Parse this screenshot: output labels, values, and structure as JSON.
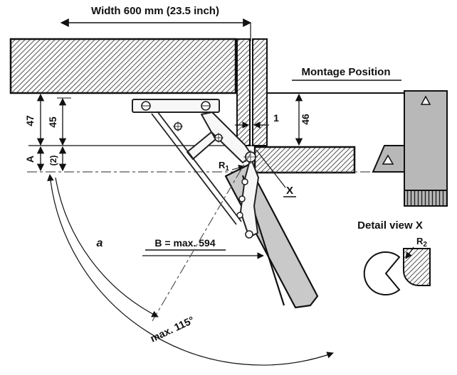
{
  "diagram": {
    "width_dim": "Width 600 mm (23.5 inch)",
    "montage_position": "Montage Position",
    "dims": {
      "d47": "47",
      "d45": "45",
      "dA": "A",
      "d2": "(2)",
      "d46": "46",
      "d1": "1"
    },
    "b_dim": "B = max. 594",
    "a_label": "a",
    "angle_label": "max. 115°",
    "x_label": "X",
    "r1": {
      "base": "R",
      "sub": "1"
    },
    "r2": {
      "base": "R",
      "sub": "2"
    },
    "detail_title": "Detail view X",
    "colors": {
      "gray_part": "#b8b8b8",
      "flap_gray": "#c9c9c9",
      "line": "#111111"
    }
  }
}
